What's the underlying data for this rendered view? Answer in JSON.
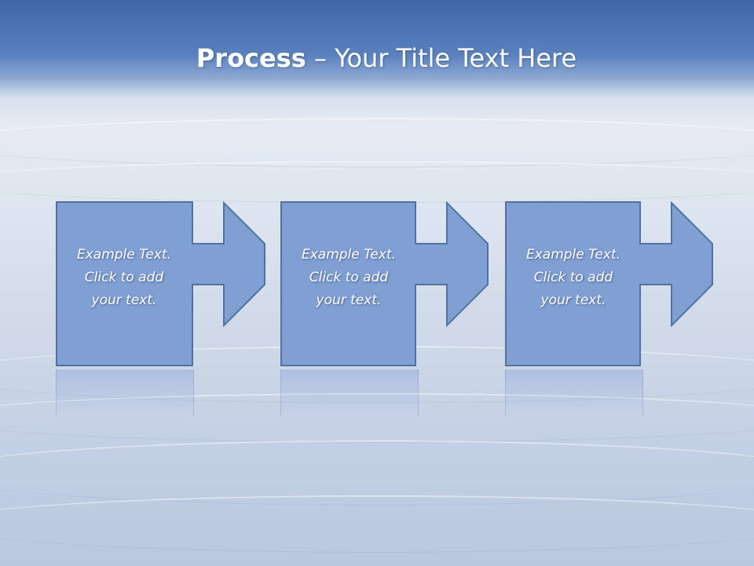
{
  "slide": {
    "title_strong": "Process",
    "title_rest": " – Your Title Text Here"
  },
  "steps": [
    {
      "line1": "Example Text.",
      "line2": "Click  to add",
      "line3": "your text."
    },
    {
      "line1": "Example Text.",
      "line2": "Click  to add",
      "line3": "your text."
    },
    {
      "line1": "Example Text.",
      "line2": "Click  to add",
      "line3": "your text."
    }
  ],
  "colors": {
    "header_blue": "#4a72b0",
    "shape_fill": "#7f9fd4",
    "shape_border": "#52719e",
    "text": "#ffffff"
  }
}
